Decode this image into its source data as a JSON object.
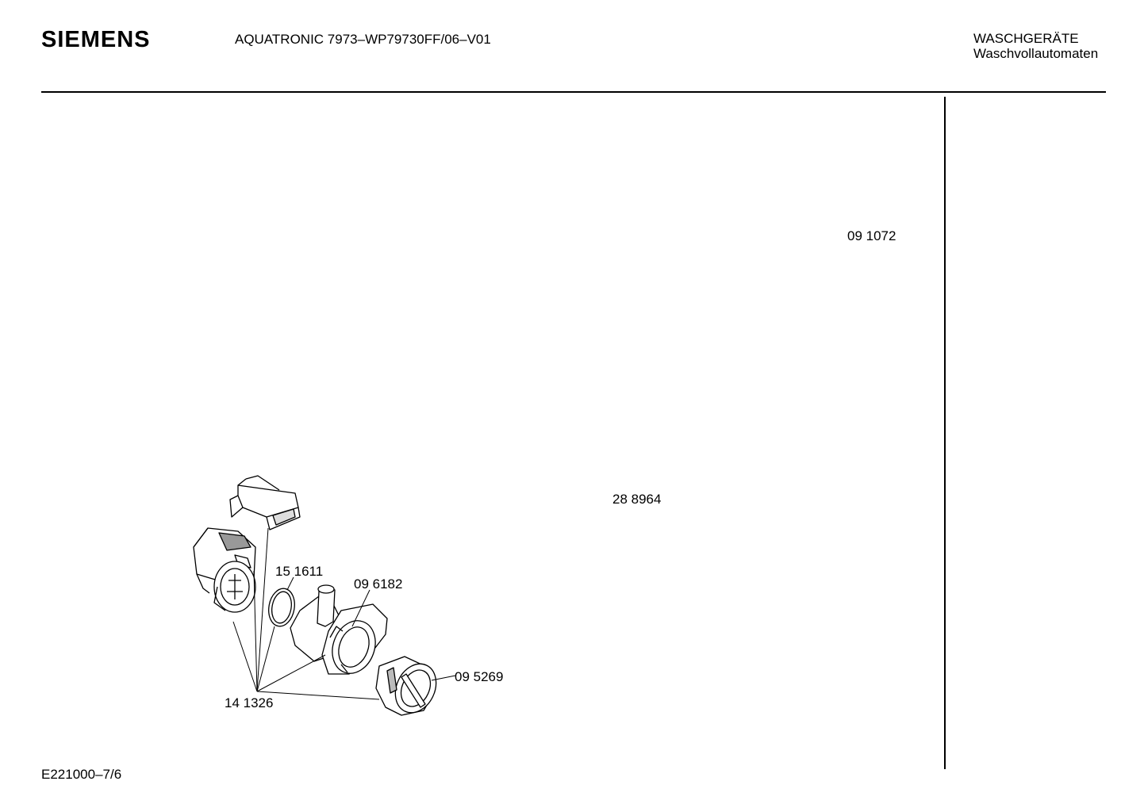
{
  "header": {
    "brand": "SIEMENS",
    "model": "AQUATRONIC 7973–WP79730FF/06–V01",
    "category_line1": "WASCHGERÄTE",
    "category_line2": "Waschvollautomaten"
  },
  "part_numbers": {
    "p091072": "09 1072",
    "p288964": "28 8964",
    "p151611": "15 1611",
    "p096182": "09 6182",
    "p095269": "09 5269",
    "p141326": "14 1326"
  },
  "footer": {
    "code": "E221000–7/6"
  }
}
